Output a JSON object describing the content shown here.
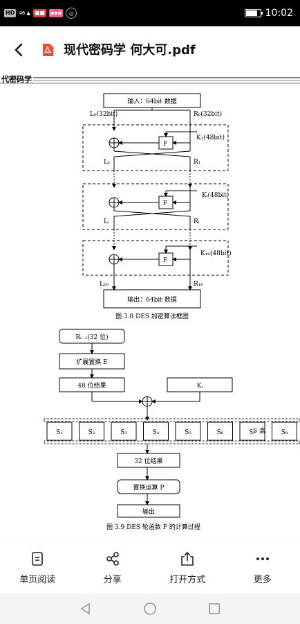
{
  "statusbar": {
    "hd_badge": "HD",
    "signal_text": "46 ▲",
    "time": "10:02",
    "battery_level": 0.8
  },
  "appbar": {
    "title": "现代密码学 何大可.pdf"
  },
  "document": {
    "running_header": "代密码学",
    "fig38": {
      "input_label": "输入：64bit 数据",
      "l0": "L₀(32bit)",
      "r0": "R₀(32bit)",
      "k1": "K₁(48bit)",
      "l1": "L₁",
      "r1": "R₁",
      "ki": "Kᵢ(48bit)",
      "li": "Lᵢ",
      "ri": "Rᵢ",
      "k16": "K₁₆(48bit)",
      "l16": "L₁₆",
      "r16": "R₁₆",
      "f_label": "F",
      "output_label": "输出：64bit 数据",
      "caption": "图 3.8    DES 加密算法框图"
    },
    "fig39": {
      "ri1": "Rᵢ₋₁(32 位)",
      "expand": "扩展置换 E",
      "bits48": "48 位结果",
      "ki": "Kᵢ",
      "sboxes": [
        "S₁",
        "S₂",
        "S₃",
        "S₄",
        "S₅",
        "S₆",
        "S₇",
        "S₈"
      ],
      "sbox_label": "S 盒",
      "bits32": "32 位结果",
      "perm": "置换运算 P",
      "output": "输出",
      "caption": "图 3.9    DES 轮函数 F 的计算过程"
    }
  },
  "bottombar": {
    "items": [
      {
        "label": "单页阅读",
        "icon": "single-page-icon"
      },
      {
        "label": "分享",
        "icon": "share-icon"
      },
      {
        "label": "打开方式",
        "icon": "open-with-icon"
      },
      {
        "label": "更多",
        "icon": "more-icon"
      }
    ]
  },
  "navbar": {
    "items": [
      "back-triangle-icon",
      "home-circle-icon",
      "recents-square-icon"
    ]
  }
}
